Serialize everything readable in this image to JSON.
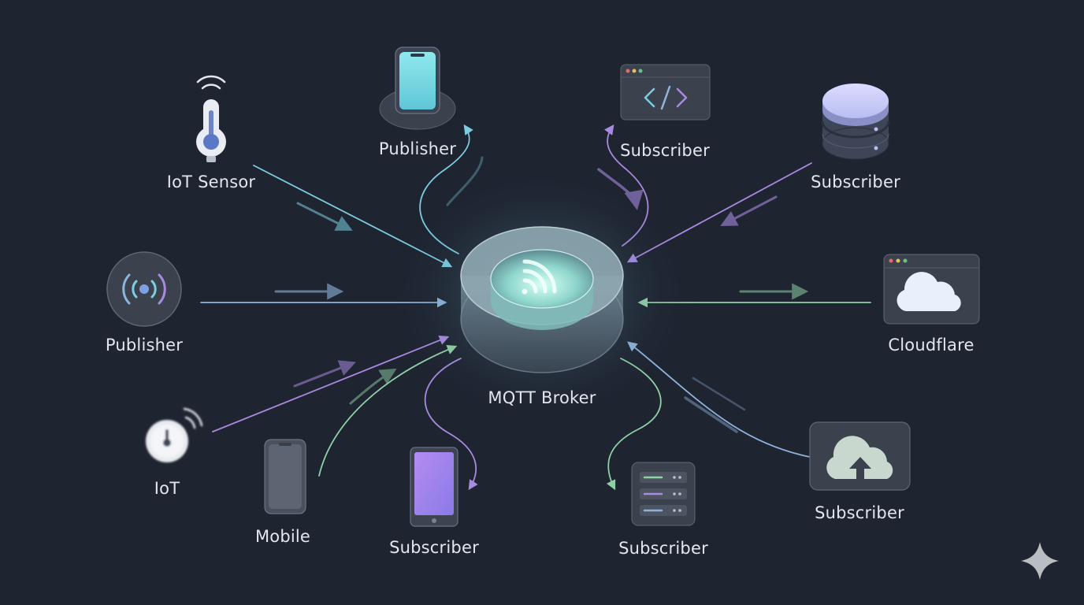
{
  "broker": {
    "label": "MQTT Broker"
  },
  "nodes": {
    "iot_sensor": "IoT Sensor",
    "publisher_phone": "Publisher",
    "subscriber_code": "Subscriber",
    "subscriber_database": "Subscriber",
    "publisher_broadcast": "Publisher",
    "cloudflare": "Cloudflare",
    "iot": "IoT",
    "mobile": "Mobile",
    "subscriber_tablet": "Subscriber",
    "subscriber_server": "Subscriber",
    "subscriber_upload": "Subscriber"
  },
  "colors": {
    "background": "#1f2431",
    "teal": "#7ccde0",
    "blue": "#8fb3dc",
    "purple": "#a88ae0",
    "green": "#8fd1a6"
  }
}
